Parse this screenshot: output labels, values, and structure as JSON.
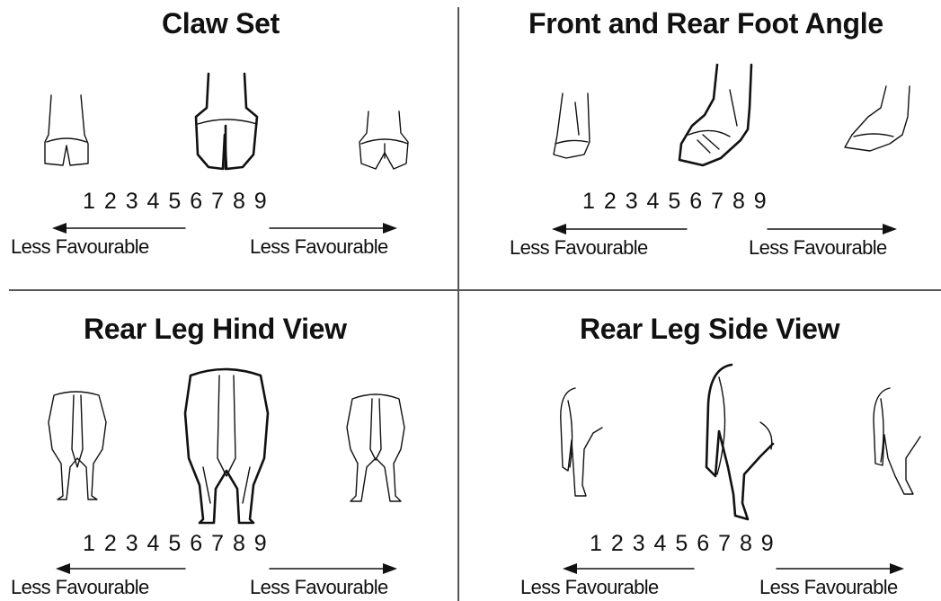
{
  "panels": {
    "claw_set": {
      "title": "Claw Set",
      "scale": "1 2 3 4 5 6 7 8 9",
      "left_label": "Less Favourable",
      "right_label": "Less Favourable"
    },
    "foot_angle": {
      "title": "Front and Rear Foot Angle",
      "scale": "1 2 3 4 5 6 7 8 9",
      "left_label": "Less Favourable",
      "right_label": "Less Favourable"
    },
    "rear_hind": {
      "title": "Rear Leg Hind View",
      "scale": "1 2 3 4 5 6 7 8 9",
      "left_label": "Less Favourable",
      "right_label": "Less Favourable"
    },
    "rear_side": {
      "title": "Rear Leg Side View",
      "scale": "1 2 3 4 5 6 7 8 9",
      "left_label": "Less Favourable",
      "right_label": "Less Favourable"
    }
  },
  "colors": {
    "ink": "#111111",
    "divider": "#555555",
    "background": "#ffffff"
  }
}
